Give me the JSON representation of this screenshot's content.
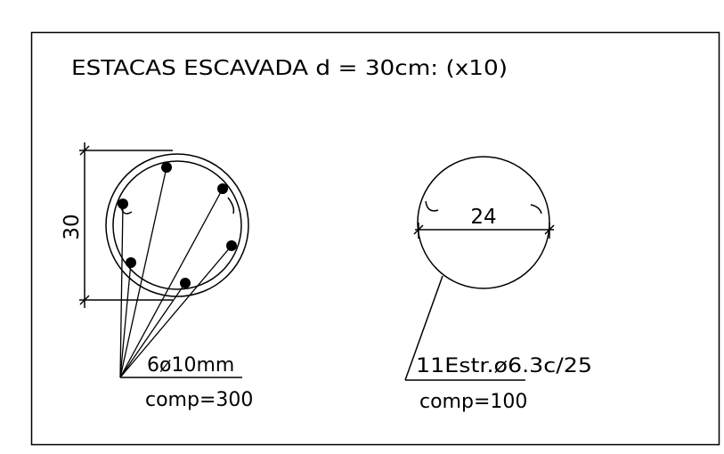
{
  "title": "ESTACAS ESCAVADA d = 30cm: (x10)",
  "left_section": {
    "dimension_label": "30",
    "rebar_label": "6ø10mm",
    "length_label": "comp=300"
  },
  "right_section": {
    "dimension_label": "24",
    "stirrup_label": "11Estr.ø6.3c/25",
    "length_label": "comp=100"
  },
  "colors": {
    "line": "#000000",
    "background": "#ffffff"
  }
}
